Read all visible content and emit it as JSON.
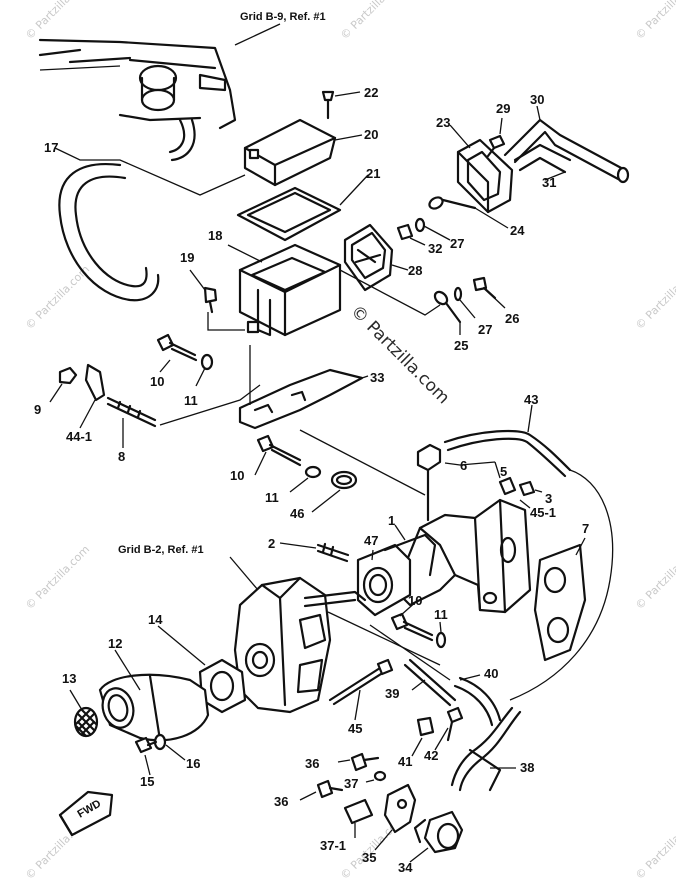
{
  "callouts": {
    "grid_b9": "Grid B-9, Ref. #1",
    "grid_b2": "Grid B-2, Ref. #1",
    "fwd": "FWD"
  },
  "watermark": {
    "main": "© Partzilla.com",
    "small": "© Partzilla.com"
  },
  "labels": {
    "l22": "22",
    "l20": "20",
    "l21": "21",
    "l23": "23",
    "l29": "29",
    "l30": "30",
    "l31": "31",
    "l24": "24",
    "l27a": "27",
    "l32": "32",
    "l28": "28",
    "l27b": "27",
    "l26": "26",
    "l25": "25",
    "l17": "17",
    "l18": "18",
    "l19": "19",
    "l10a": "10",
    "l11a": "11",
    "l9": "9",
    "l44_1": "44-1",
    "l8": "8",
    "l33": "33",
    "l43": "43",
    "l6": "6",
    "l5": "5",
    "l3": "3",
    "l45_1": "45-1",
    "l10b": "10",
    "l11b": "11",
    "l46": "46",
    "l2": "2",
    "l47": "47",
    "l1": "1",
    "l7": "7",
    "l14": "14",
    "l12": "12",
    "l13": "13",
    "l10c": "10",
    "l11c": "11",
    "l40": "40",
    "l39": "39",
    "l45": "45",
    "l16": "16",
    "l15": "15",
    "l41": "41",
    "l42": "42",
    "l38": "38",
    "l36a": "36",
    "l37": "37",
    "l36b": "36",
    "l37_1": "37-1",
    "l35": "35",
    "l34": "34"
  }
}
